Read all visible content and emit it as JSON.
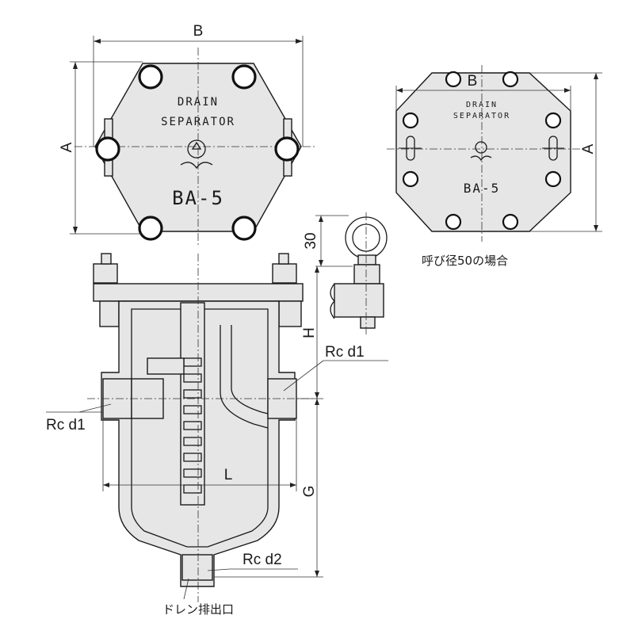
{
  "dimension_labels": {
    "width_b_top": "B",
    "height_a_top": "A",
    "width_b_small": "B",
    "height_a_small": "A",
    "eye_bolt_30": "30",
    "height_h": "H",
    "length_l": "L",
    "height_g": "G"
  },
  "nameplate": {
    "line1": "DRAIN",
    "line2": "SEPARATOR",
    "model": "BA-5"
  },
  "nameplate_small": {
    "line1": "DRAIN",
    "line2": "SEPARATOR",
    "model": "BA-5"
  },
  "port_labels": {
    "inlet_right": "Rc d1",
    "inlet_left": "Rc d1",
    "drain_port": "Rc d2"
  },
  "notes": {
    "nominal_50_case": "呼び径50の場合",
    "drain_outlet": "ドレン排出口"
  }
}
